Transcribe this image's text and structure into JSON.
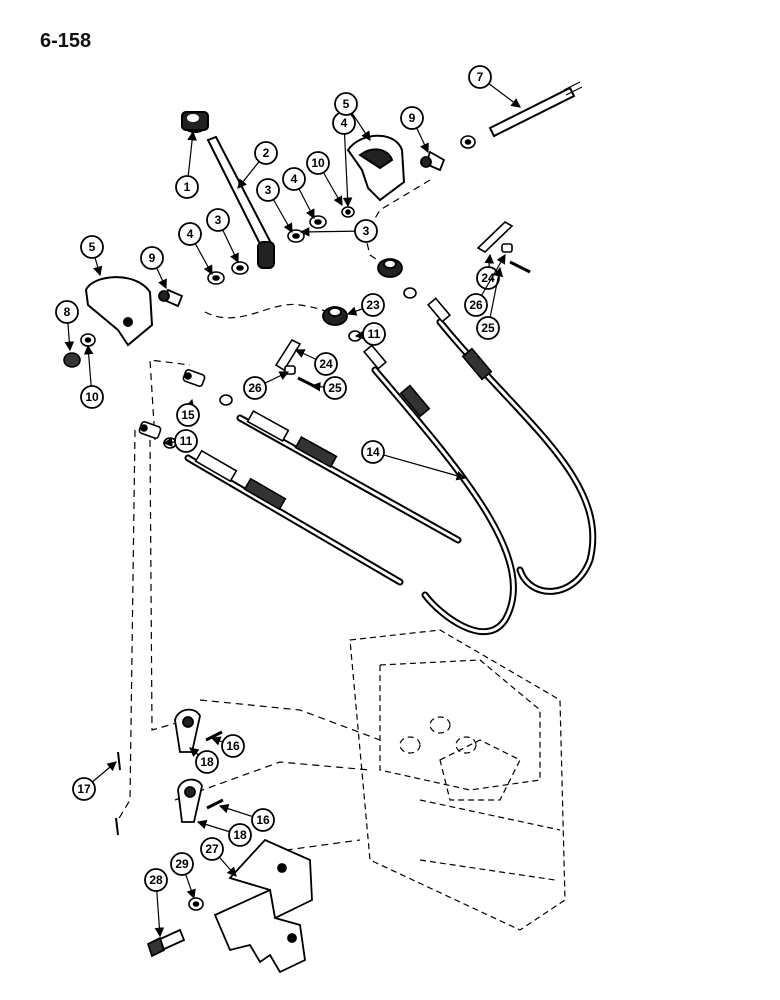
{
  "page": {
    "number": "6-158"
  },
  "diagram": {
    "part_numbers": [
      "1",
      "2",
      "3",
      "3",
      "3",
      "4",
      "4",
      "4",
      "5",
      "5",
      "7",
      "8",
      "9",
      "9",
      "10",
      "10",
      "11",
      "11",
      "14",
      "15",
      "16",
      "16",
      "17",
      "18",
      "18",
      "23",
      "24",
      "24",
      "25",
      "25",
      "26",
      "26",
      "27",
      "28",
      "29"
    ]
  }
}
